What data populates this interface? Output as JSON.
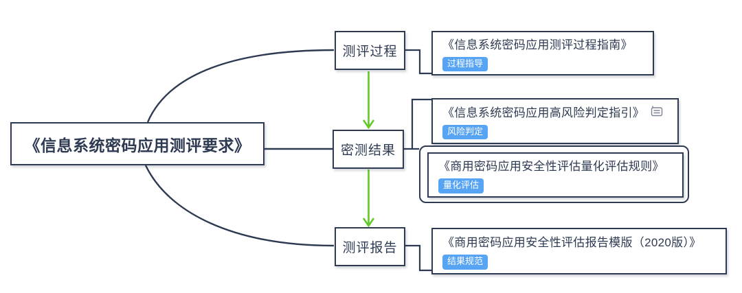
{
  "diagram": {
    "root": {
      "label": "《信息系统密码应用测评要求》"
    },
    "branches": [
      {
        "label": "测评过程"
      },
      {
        "label": "密测结果"
      },
      {
        "label": "测评报告"
      }
    ],
    "documents": [
      {
        "title": "《信息系统密码应用测评过程指南》",
        "badge": "过程指导",
        "has_note_icon": false,
        "boundary": false
      },
      {
        "title": "《信息系统密码应用高风险判定指引》",
        "badge": "风险判定",
        "has_note_icon": true,
        "boundary": false
      },
      {
        "title": "《商用密码应用安全性评估量化评估规则》",
        "badge": "量化评估",
        "has_note_icon": false,
        "boundary": true
      },
      {
        "title": "《商用密码应用安全性评估报告模版（2020版）》",
        "badge": "结果规范",
        "has_note_icon": false,
        "boundary": false
      }
    ],
    "relations": [
      {
        "from": "测评过程",
        "to": "密测结果",
        "style": "green-arrow"
      },
      {
        "from": "密测结果",
        "to": "测评报告",
        "style": "green-arrow"
      }
    ],
    "icons": [
      {
        "name": "note-icon",
        "meaning": "attached note on 高风险判定指引 topic"
      }
    ],
    "colors": {
      "line": "#2e3a52",
      "text": "#2e3a52",
      "node_bg": "#ffffff",
      "arrow_green": "#61ca27",
      "badge_bg": "#57a4f4",
      "badge_text": "#ffffff",
      "note_icon": "#7a8494",
      "background": "#ffffff"
    }
  }
}
